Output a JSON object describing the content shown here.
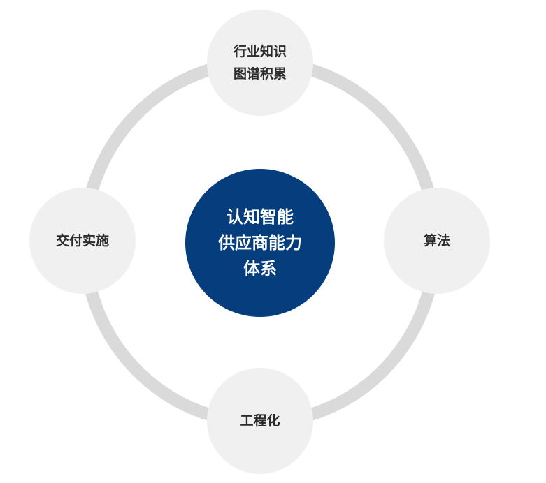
{
  "diagram": {
    "type": "hub-and-ring",
    "colors": {
      "center_fill": "#053d7d",
      "center_text": "#ffffff",
      "node_fill": "#f0f0f0",
      "node_text": "#2b2b2b",
      "ring": "#dadada",
      "background": "#ffffff"
    },
    "center": {
      "lines": [
        "认知智能",
        "供应商能力",
        "体系"
      ]
    },
    "nodes": {
      "top": {
        "lines": [
          "行业知识",
          "图谱积累"
        ]
      },
      "right": {
        "lines": [
          "算法"
        ]
      },
      "bottom": {
        "lines": [
          "工程化"
        ]
      },
      "left": {
        "lines": [
          "交付实施"
        ]
      }
    }
  }
}
